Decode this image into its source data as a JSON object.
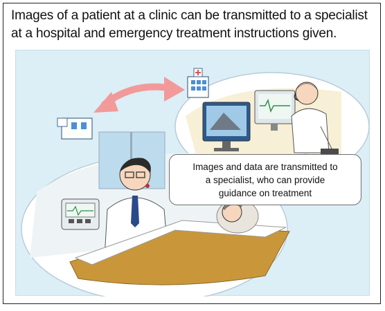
{
  "caption": {
    "line1": "Images of a patient at a clinic can be transmitted to a specialist",
    "line2": "at a hospital and emergency treatment instructions given."
  },
  "callout": {
    "line1": "Images and data are transmitted to",
    "line2": "a specialist, who can provide",
    "line3": "guidance on treatment"
  },
  "icons": {
    "hospital": "hospital-building-icon",
    "clinic": "clinic-building-icon",
    "arrow": "bidirectional-arrow-icon"
  },
  "colors": {
    "background_panel": "#dceef6",
    "scene_ellipse": "#ffffff",
    "arrow": "#f29a9a",
    "bed": "#c9973a"
  }
}
